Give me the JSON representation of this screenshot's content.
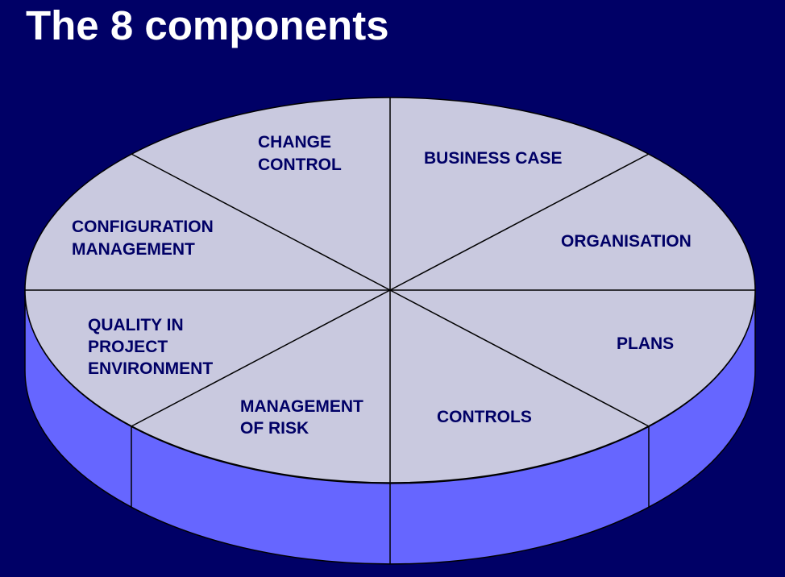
{
  "title": "The 8 components",
  "colors": {
    "background": "#000066",
    "top_face": "#c9c9df",
    "side_face": "#6666ff",
    "outline": "#000000",
    "label_text": "#000066",
    "title_text": "#ffffff"
  },
  "segments": [
    {
      "id": "business-case",
      "lines": [
        "BUSINESS CASE"
      ]
    },
    {
      "id": "organisation",
      "lines": [
        "ORGANISATION"
      ]
    },
    {
      "id": "plans",
      "lines": [
        "PLANS"
      ]
    },
    {
      "id": "controls",
      "lines": [
        "CONTROLS"
      ]
    },
    {
      "id": "management-of-risk",
      "lines": [
        "MANAGEMENT",
        "OF RISK"
      ]
    },
    {
      "id": "quality-in-project-environment",
      "lines": [
        "QUALITY IN",
        "PROJECT",
        "ENVIRONMENT"
      ]
    },
    {
      "id": "configuration-management",
      "lines": [
        "CONFIGURATION",
        "MANAGEMENT"
      ]
    },
    {
      "id": "change-control",
      "lines": [
        "CHANGE",
        "CONTROL"
      ]
    }
  ]
}
